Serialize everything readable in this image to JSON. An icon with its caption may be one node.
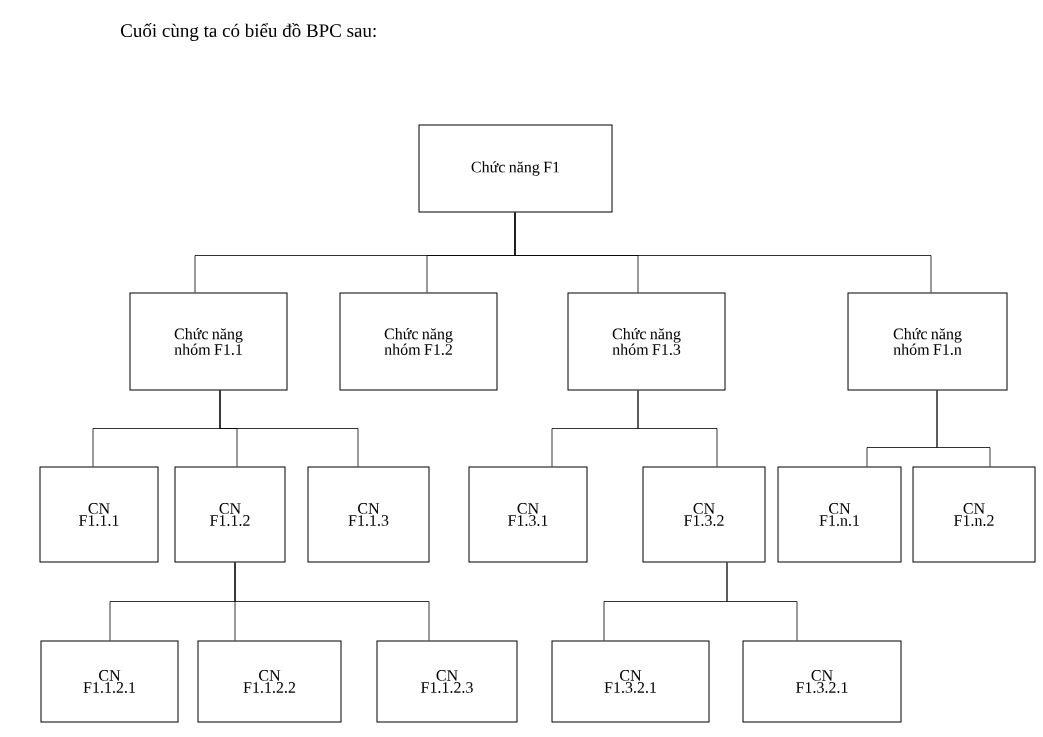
{
  "diagram": {
    "nodes": [
      {
        "text": [
          "Chức năng F1"
        ]
      },
      {
        "text": [
          "Chức năng nhóm F1.1"
        ]
      },
      {
        "text": [
          "Chức năng nhóm F1.2"
        ]
      },
      {
        "text": [
          "Chức năng nhóm F1.3"
        ]
      },
      {
        "text": [
          "Chức năng nhóm F1.n"
        ]
      },
      {
        "text": [
          "CN F1.1.1"
        ]
      },
      {
        "text": [
          "CN F1.1.2"
        ]
      },
      {
        "text": [
          "CN F1.1.3"
        ]
      },
      {
        "text": [
          "CN F1.3.1"
        ]
      },
      {
        "text": [
          "CN F1.3.2"
        ]
      },
      {
        "text": [
          "CN F1.n.1"
        ]
      },
      {
        "text": [
          "CN F1.n.2"
        ]
      },
      {
        "text": [
          "CN F1.1.2.1"
        ]
      },
      {
        "text": [
          "CN F1.1.2.2"
        ]
      },
      {
        "text": [
          "CN F1.1.2.3"
        ]
      },
      {
        "text": [
          "CN F1.3.2.1"
        ]
      },
      {
        "text": [
          "CN F1.3.2.1"
        ]
      }
    ],
    "edges": [
      {
        "from": 0,
        "to": 1,
        "arrow": "none"
      },
      {
        "from": 0,
        "to": 2,
        "arrow": "none"
      },
      {
        "from": 0,
        "to": 3,
        "arrow": "none"
      },
      {
        "from": 0,
        "to": 4,
        "arrow": "none"
      },
      {
        "from": 1,
        "to": 5,
        "arrow": "none"
      },
      {
        "from": 1,
        "to": 6,
        "arrow": "none"
      },
      {
        "from": 1,
        "to": 7,
        "arrow": "none"
      },
      {
        "from": 3,
        "to": 8,
        "arrow": "none"
      },
      {
        "from": 3,
        "to": 9,
        "arrow": "none"
      },
      {
        "from": 4,
        "to": 10,
        "arrow": "none"
      },
      {
        "from": 4,
        "to": 11,
        "arrow": "none"
      },
      {
        "from": 6,
        "to": 12,
        "arrow": "none"
      },
      {
        "from": 6,
        "to": 13,
        "arrow": "none"
      },
      {
        "from": 6,
        "to": 14,
        "arrow": "none"
      },
      {
        "from": 9,
        "to": 15,
        "arrow": "none"
      },
      {
        "from": 9,
        "to": 16,
        "arrow": "none"
      }
    ],
    "labels": [
      "Cuối cùng ta có biểu đồ BPC sau:"
    ]
  }
}
